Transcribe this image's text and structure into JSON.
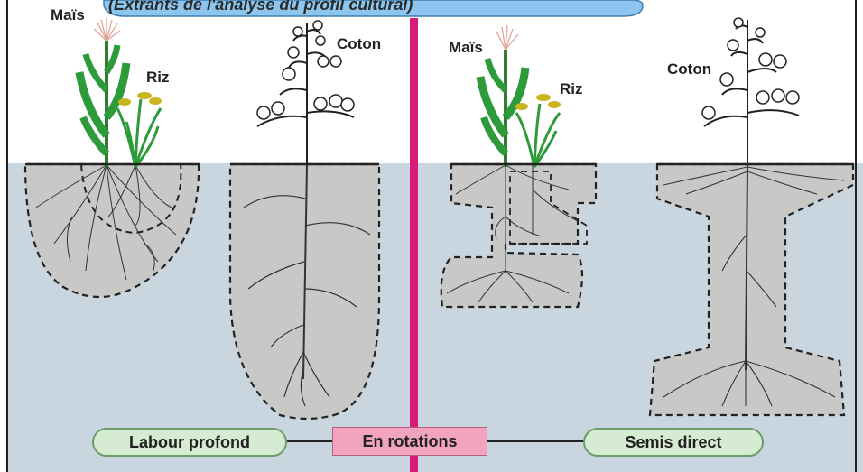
{
  "header": {
    "title": "(Extrants de l'analyse du profil cultural)"
  },
  "left_panel": {
    "maize_label": "Maïs",
    "rice_label": "Riz",
    "cotton_label": "Coton"
  },
  "right_panel": {
    "maize_label": "Maïs",
    "rice_label": "Riz",
    "cotton_label": "Coton"
  },
  "footer": {
    "left_label": "Labour profond",
    "center_label": "En rotations",
    "right_label": "Semis direct"
  },
  "colors": {
    "soil": "#c9d6df",
    "root_zone": "#c8c8c6",
    "divider": "#d81b78",
    "header_bubble": "#8cc6ee",
    "leaf": "#2e9b3b",
    "grain": "#c9b51e"
  }
}
